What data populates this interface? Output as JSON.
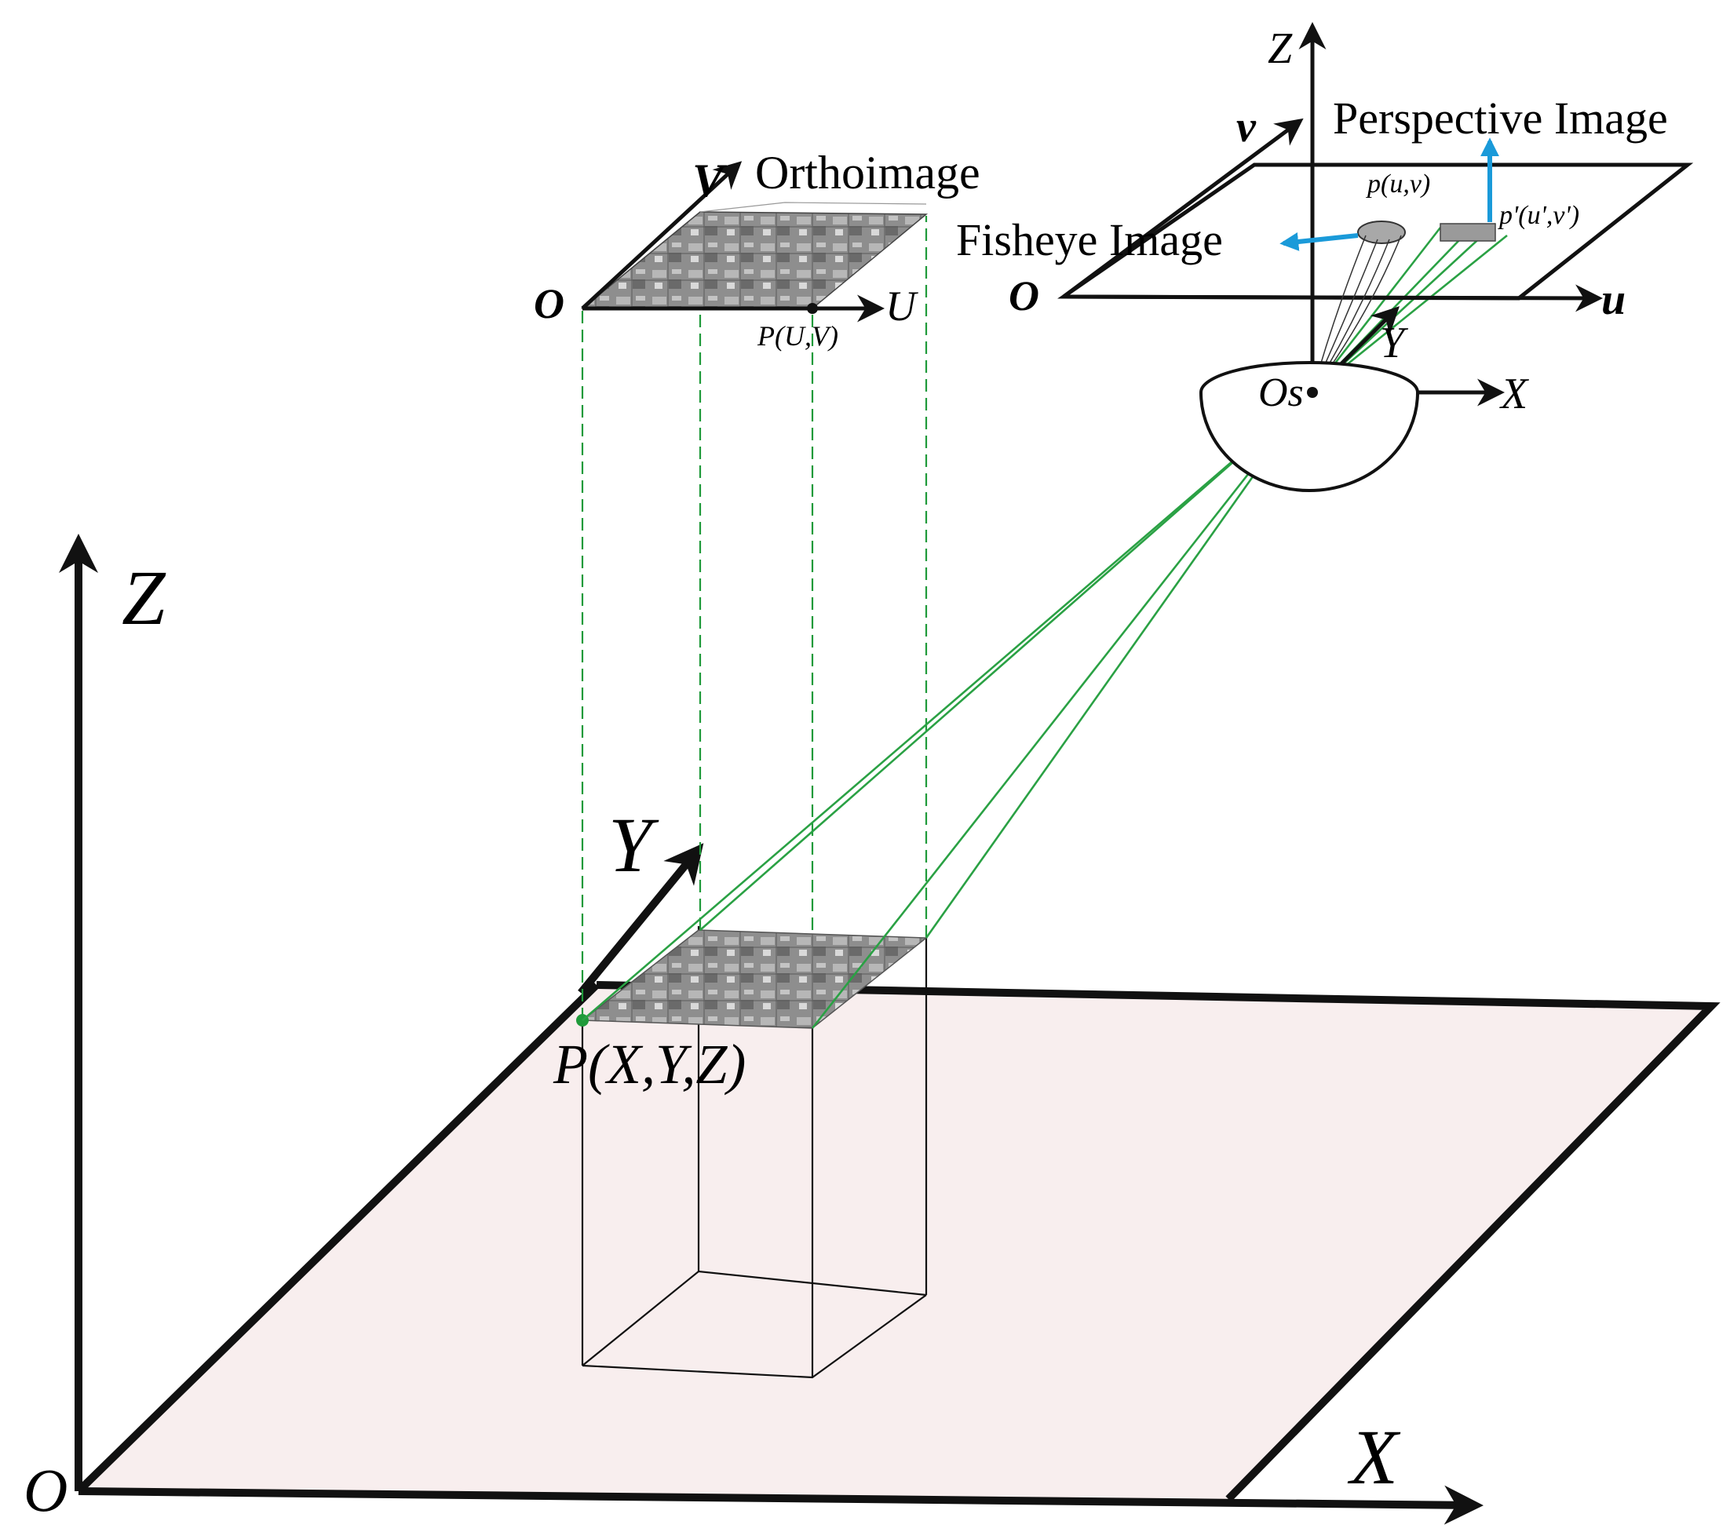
{
  "world_axes": {
    "origin": "O",
    "x": "X",
    "y": "Y",
    "z": "Z"
  },
  "ground_point_label": "P(X,Y,Z)",
  "orthoimage": {
    "title": "Orthoimage",
    "origin": "O",
    "u_axis": "U",
    "v_axis": "V",
    "point_label": "P(U,V)"
  },
  "camera": {
    "center_label": "Os",
    "x": "X",
    "y": "Y",
    "z": "Z",
    "image_origin": "O",
    "u_axis": "u",
    "v_axis": "v",
    "fisheye_label": "Fisheye Image",
    "perspective_label": "Perspective Image",
    "fisheye_point": "p(u,v)",
    "perspective_point": "p'(u',v')"
  },
  "colors": {
    "ground_fill": "#f8eeee",
    "projection_lines": "#1f9a3a",
    "callout_arrows": "#1a9ad9",
    "axes": "#111111"
  }
}
